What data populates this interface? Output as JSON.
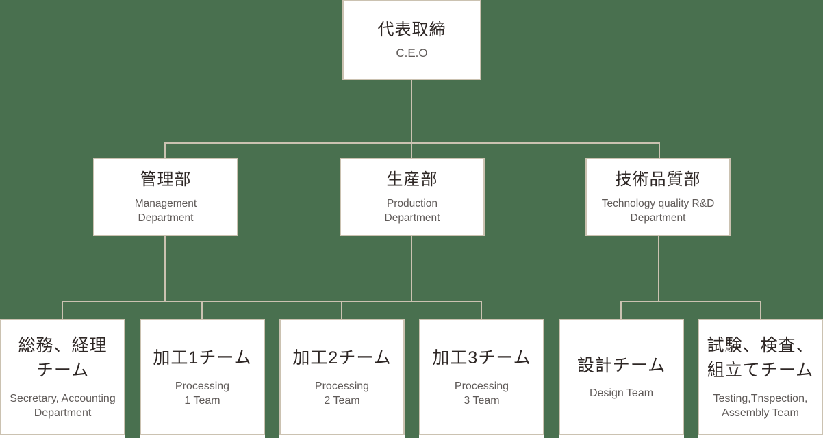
{
  "chart": {
    "type": "org-chart",
    "background_color": "#49704F",
    "line_color": "#CBC2B1",
    "box_background_color": "#FFFFFF",
    "title_color": "#2E2725",
    "subtitle_color": "#5F5A58"
  },
  "boxes": {
    "ceo": {
      "title": "代表取締",
      "subtitle": "C.E.O"
    },
    "dept1": {
      "title": "管理部",
      "subtitle": "Management\nDepartment"
    },
    "dept2": {
      "title": "生産部",
      "subtitle": "Production\nDepartment"
    },
    "dept3": {
      "title": "技術品質部",
      "subtitle": "Technology quality R&D\nDepartment"
    },
    "team1": {
      "title": "総務、経理\nチーム",
      "subtitle": "Secretary, Accounting\nDepartment"
    },
    "team2": {
      "title": "加工1チーム",
      "subtitle": "Processing\n1 Team"
    },
    "team3": {
      "title": "加工2チーム",
      "subtitle": "Processing\n2 Team"
    },
    "team4": {
      "title": "加工3チーム",
      "subtitle": "Processing\n3 Team"
    },
    "team5": {
      "title": "設計チーム",
      "subtitle": "Design Team"
    },
    "team6": {
      "title": "試験、検査、\n組立てチーム",
      "subtitle": "Testing,Tnspection,\nAssembly Team"
    }
  }
}
